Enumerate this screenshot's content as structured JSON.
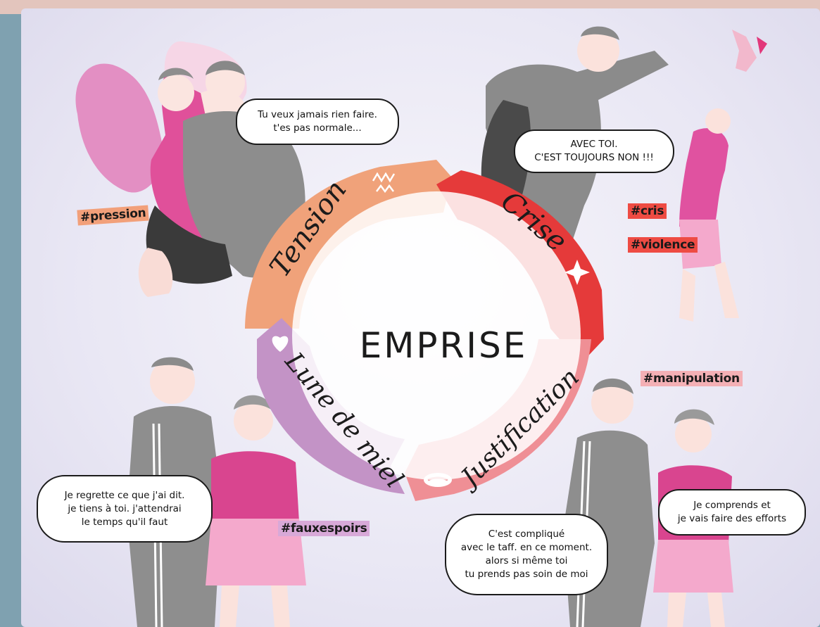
{
  "title": "EMPRISE",
  "stages": [
    {
      "name": "Tension",
      "color": "#f0a27a",
      "icon": "scribble-icon"
    },
    {
      "name": "Crise",
      "color": "#e53a3a",
      "icon": "star-burst-icon"
    },
    {
      "name": "Justification",
      "color": "#ef8f95",
      "icon": "lips-icon"
    },
    {
      "name": "Lune de miel",
      "color": "#c393c6",
      "icon": "heart-icon"
    }
  ],
  "bubbles": {
    "pression": [
      "Tu veux jamais rien faire.",
      "t'es pas normale..."
    ],
    "crise": [
      "AVEC TOI.",
      "C'EST TOUJOURS NON !!!"
    ],
    "fauxespoirs": [
      "Je regrette ce que j'ai dit.",
      "je tiens à toi. j'attendrai",
      "le temps qu'il faut"
    ],
    "justification_man": [
      "C'est compliqué",
      "avec le taff. en ce moment.",
      "alors si même toi",
      "tu prends pas soin de moi"
    ],
    "justification_woman": [
      "Je comprends et",
      "je vais faire des efforts"
    ]
  },
  "tags": {
    "pression": "#pression",
    "cris": "#cris",
    "violence": "#violence",
    "manipulation": "#manipulation",
    "fauxespoirs": "#fauxespoirs"
  },
  "colors": {
    "tension": "#f0a27a",
    "crise": "#e53a3a",
    "justification": "#ef8f95",
    "lune": "#c393c6",
    "tag_pink": "#f4b0b5",
    "tag_red": "#ee4b43",
    "tag_orange": "#f2a07a",
    "tag_lilac": "#d8a9d8"
  }
}
